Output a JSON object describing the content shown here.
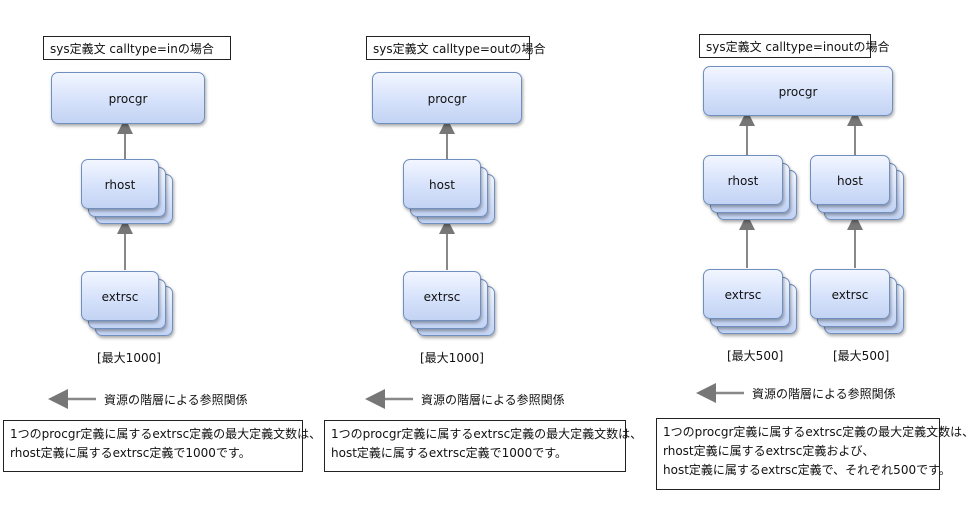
{
  "panels": [
    {
      "title": "sys定義文 calltype=inの場合",
      "top_node": "procgr",
      "mid_node": "rhost",
      "bottom_node": "extrsc",
      "max_label": "[最大1000]",
      "legend": "資源の階層による参照関係",
      "desc_lines": [
        "1つのprocgr定義に属するextrsc定義の最大定義文数は、",
        "rhost定義に属するextrsc定義で1000です。"
      ]
    },
    {
      "title": "sys定義文 calltype=outの場合",
      "top_node": "procgr",
      "mid_node": "host",
      "bottom_node": "extrsc",
      "max_label": "[最大1000]",
      "legend": "資源の階層による参照関係",
      "desc_lines": [
        "1つのprocgr定義に属するextrsc定義の最大定義文数は、",
        "host定義に属するextrsc定義で1000です。"
      ]
    },
    {
      "title": "sys定義文 calltype=inoutの場合",
      "top_node": "procgr",
      "mid_left": "rhost",
      "mid_right": "host",
      "bottom_left": "extrsc",
      "bottom_right": "extrsc",
      "max_left": "[最大500]",
      "max_right": "[最大500]",
      "legend": "資源の階層による参照関係",
      "desc_lines": [
        "1つのprocgr定義に属するextrsc定義の最大定義文数は、",
        "rhost定義に属するextrsc定義および、",
        "host定義に属するextrsc定義で、それぞれ500です。"
      ]
    }
  ]
}
